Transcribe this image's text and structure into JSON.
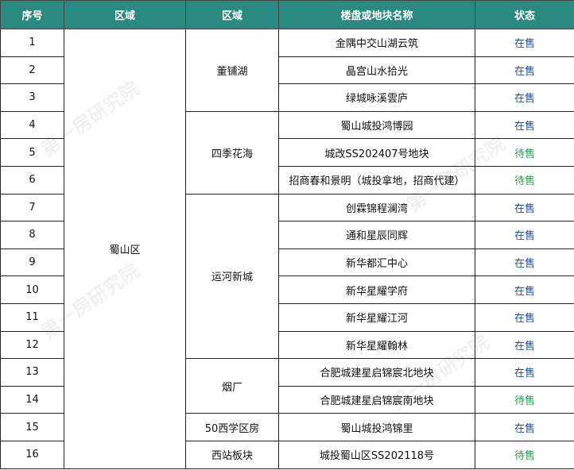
{
  "headers": [
    "序号",
    "区域",
    "区域",
    "楼盘或地块名称",
    "状态"
  ],
  "district": "蜀山区",
  "areas": [
    "董铺湖",
    "四季花海",
    "运河新城",
    "烟厂",
    "50西学区房",
    "西站板块"
  ],
  "rows": [
    {
      "no": "1",
      "name": "金隅中交山湖云筑",
      "status": "在售"
    },
    {
      "no": "2",
      "name": "晶宫山水拾光",
      "status": "在售"
    },
    {
      "no": "3",
      "name": "绿城咏溪雲庐",
      "status": "在售"
    },
    {
      "no": "4",
      "name": "蜀山城投鸿博园",
      "status": "在售"
    },
    {
      "no": "5",
      "name": "城改SS202407号地块",
      "status": "待售"
    },
    {
      "no": "6",
      "name": "招商春和景明（城投拿地，招商代建）",
      "status": "待售"
    },
    {
      "no": "7",
      "name": "创霖锦程澜湾",
      "status": "在售"
    },
    {
      "no": "8",
      "name": "通和星辰同辉",
      "status": "在售"
    },
    {
      "no": "9",
      "name": "新华都汇中心",
      "status": "在售"
    },
    {
      "no": "10",
      "name": "新华星耀学府",
      "status": "在售"
    },
    {
      "no": "11",
      "name": "新华星耀江河",
      "status": "在售"
    },
    {
      "no": "12",
      "name": "新华星耀翰林",
      "status": "在售"
    },
    {
      "no": "13",
      "name": "合肥城建星启锦宸北地块",
      "status": "在售"
    },
    {
      "no": "14",
      "name": "合肥城建星启锦宸南地块",
      "status": "待售"
    },
    {
      "no": "15",
      "name": "蜀山城投鸿锦里",
      "status": "在售"
    },
    {
      "no": "16",
      "name": "城投蜀山区SS202118号",
      "status": "待售"
    }
  ],
  "watermark": "第一房研究院",
  "colors": {
    "header": "#2b8a80",
    "on_sale": "#1f4e9e",
    "pending": "#1fa34f"
  }
}
